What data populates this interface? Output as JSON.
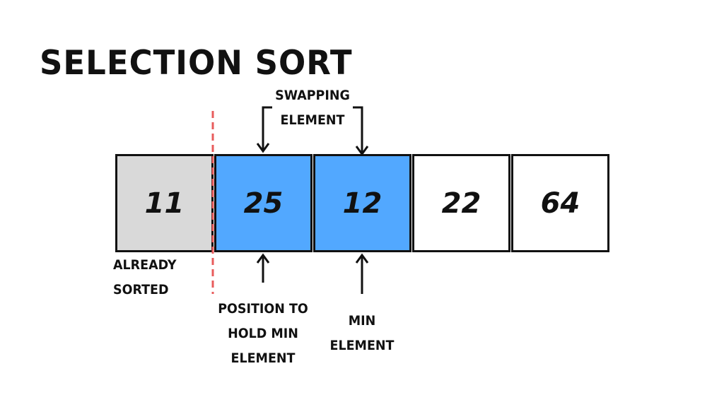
{
  "title": "SELECTION SORT",
  "array": [
    {
      "value": "11",
      "state": "sorted",
      "color": "#d9d9d9"
    },
    {
      "value": "25",
      "state": "swap",
      "color": "#52a8ff"
    },
    {
      "value": "12",
      "state": "swap",
      "color": "#52a8ff"
    },
    {
      "value": "22",
      "state": "unsorted",
      "color": "#ffffff"
    },
    {
      "value": "64",
      "state": "unsorted",
      "color": "#ffffff"
    }
  ],
  "labels": {
    "swapping_line1": "SWAPPING",
    "swapping_line2": "ELEMENT",
    "already_line1": "ALREADY",
    "already_line2": "SORTED",
    "position_line1": "POSITION TO",
    "position_line2": "HOLD MIN",
    "position_line3": "ELEMENT",
    "min_line1": "MIN",
    "min_line2": "ELEMENT"
  },
  "colors": {
    "divider": "#e85c5c"
  }
}
